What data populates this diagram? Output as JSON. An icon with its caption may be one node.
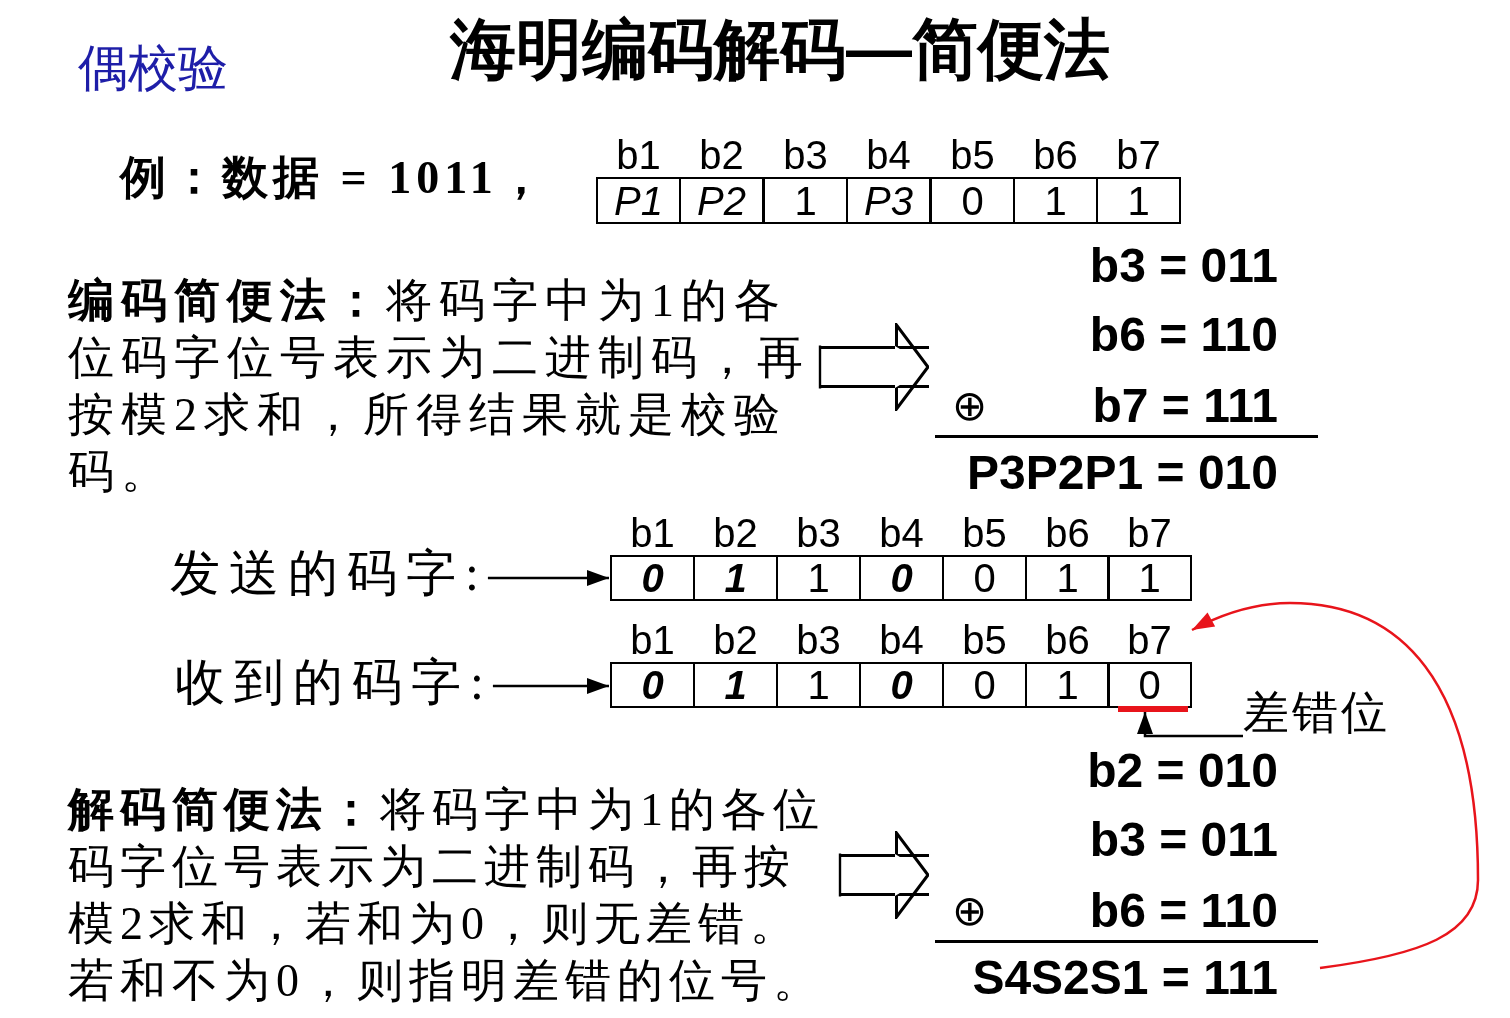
{
  "diagram": {
    "title": "海明编码解码—简便法",
    "nodes": [
      {
        "text": [
          "b1",
          "P1"
        ]
      },
      {
        "text": [
          "b2",
          "P2"
        ]
      },
      {
        "text": [
          "b3",
          "1"
        ]
      },
      {
        "text": [
          "b4",
          "P3"
        ]
      },
      {
        "text": [
          "b5",
          "0"
        ]
      },
      {
        "text": [
          "b6",
          "1"
        ]
      },
      {
        "text": [
          "b7",
          "1"
        ]
      },
      {
        "text": [
          "**编码简便法：**将码字中为1的各位码字位号表示为二进制码，再按模2求和，所得结果就是校验码。"
        ]
      },
      {
        "text": [
          "b3 = 011",
          "b6 = 110",
          "⊕",
          "b7 = 111",
          "P3P2P1 = 010"
        ]
      },
      {
        "text": [
          "发送的码字:"
        ]
      },
      {
        "text": [
          "b1",
          "0"
        ]
      },
      {
        "text": [
          "b2",
          "1"
        ]
      },
      {
        "text": [
          "b3",
          "1"
        ]
      },
      {
        "text": [
          "b4",
          "0"
        ]
      },
      {
        "text": [
          "b5",
          "0"
        ]
      },
      {
        "text": [
          "b6",
          "1"
        ]
      },
      {
        "text": [
          "b7",
          "1"
        ]
      },
      {
        "text": [
          "收到的码字:"
        ]
      },
      {
        "text": [
          "b1",
          "0"
        ]
      },
      {
        "text": [
          "b2",
          "1"
        ]
      },
      {
        "text": [
          "b3",
          "1"
        ]
      },
      {
        "text": [
          "b4",
          "0"
        ]
      },
      {
        "text": [
          "b5",
          "0"
        ]
      },
      {
        "text": [
          "b6",
          "1"
        ]
      },
      {
        "text": [
          "b7",
          "0"
        ]
      },
      {
        "text": [],
        "shape": "bar"
      },
      {
        "text": [
          "差错位"
        ]
      },
      {
        "text": [
          "**解码简便法：**将码字中为1的各位码字位号表示为二进制码，再按模2求和，若和为0，则无差错。若和不为0，则指明差错的位号。"
        ]
      },
      {
        "text": [
          "b2 = 010",
          "b3 = 011",
          "⊕",
          "b6 = 110",
          "S4S2S1 = 111"
        ]
      }
    ],
    "edges": [
      {
        "from": 7,
        "to": 8,
        "arrow": "to",
        "style": "thick"
      },
      {
        "from": 9,
        "to": 10,
        "arrow": "to"
      },
      {
        "from": 17,
        "to": 18,
        "arrow": "to"
      },
      {
        "from": 26,
        "to": 25,
        "arrow": "to"
      },
      {
        "from": 27,
        "to": 28,
        "arrow": "to",
        "style": "thick"
      },
      {
        "from": 28,
        "to": 24,
        "arrow": "to",
        "color": "#e8141b"
      }
    ],
    "labels": [
      "偶校验",
      "例：数据 = 1011，"
    ]
  }
}
